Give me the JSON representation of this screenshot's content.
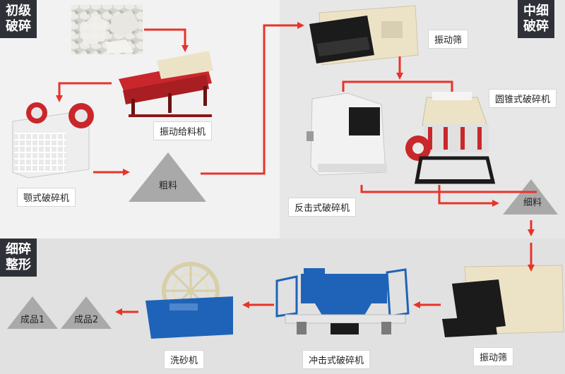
{
  "stages": {
    "primary": "初级\n破碎",
    "secondary": "中细\n破碎",
    "shaping": "细碎\n整形"
  },
  "equipment": {
    "feeder": "振动给料机",
    "jaw_crusher": "颚式破碎机",
    "vibrating_screen_top": "振动筛",
    "cone_crusher": "圆锥式破碎机",
    "impact_crusher": "反击式破碎机",
    "vibrating_screen_bottom": "振动筛",
    "vsi_crusher": "冲击式破碎机",
    "sand_washer": "洗砂机"
  },
  "materials": {
    "coarse": "粗料",
    "fine": "细料",
    "product_1": "成品1",
    "product_2": "成品2"
  },
  "colors": {
    "arrow": "#e8332a",
    "stage_tag": "#2f3138",
    "machine_red": "#c9272b",
    "machine_blue": "#1e63b8",
    "machine_cream": "#ece3c7",
    "machine_black": "#1b1b1b"
  }
}
